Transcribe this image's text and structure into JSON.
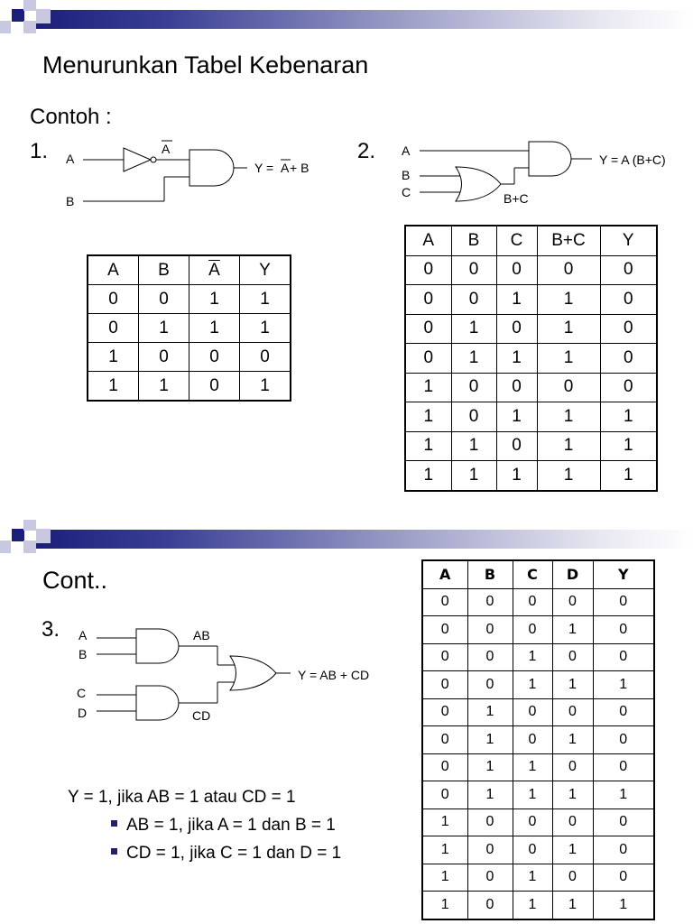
{
  "slide1": {
    "title": "Menurunkan Tabel Kebenaran",
    "subtitle": "Contoh :",
    "ex1": {
      "number": "1.",
      "inputs": [
        "A",
        "B"
      ],
      "not_label": "A",
      "output_prefix": "Y = ",
      "output_ov": "A",
      "output_suffix": " + B",
      "table": {
        "headers": [
          "A",
          "B",
          "A",
          "Y"
        ],
        "rows": [
          [
            "0",
            "0",
            "1",
            "1"
          ],
          [
            "0",
            "1",
            "1",
            "1"
          ],
          [
            "1",
            "0",
            "0",
            "0"
          ],
          [
            "1",
            "1",
            "0",
            "1"
          ]
        ]
      }
    },
    "ex2": {
      "number": "2.",
      "inputs": [
        "A",
        "B",
        "C"
      ],
      "or_label": "B+C",
      "output": "Y = A (B+C)",
      "table": {
        "headers": [
          "A",
          "B",
          "C",
          "B+C",
          "Y"
        ],
        "rows": [
          [
            "0",
            "0",
            "0",
            "0",
            "0"
          ],
          [
            "0",
            "0",
            "1",
            "1",
            "0"
          ],
          [
            "0",
            "1",
            "0",
            "1",
            "0"
          ],
          [
            "0",
            "1",
            "1",
            "1",
            "0"
          ],
          [
            "1",
            "0",
            "0",
            "0",
            "0"
          ],
          [
            "1",
            "0",
            "1",
            "1",
            "1"
          ],
          [
            "1",
            "1",
            "0",
            "1",
            "1"
          ],
          [
            "1",
            "1",
            "1",
            "1",
            "1"
          ]
        ]
      }
    }
  },
  "slide2": {
    "title": "Cont..",
    "ex3": {
      "number": "3.",
      "inputs": [
        "A",
        "B",
        "C",
        "D"
      ],
      "and1_label": "AB",
      "and2_label": "CD",
      "output": "Y = AB + CD",
      "rule": "Y = 1, jika AB = 1 atau CD = 1",
      "bullets": [
        "AB = 1, jika A = 1 dan B = 1",
        "CD = 1, jika C = 1 dan D = 1"
      ],
      "table": {
        "headers": [
          "A",
          "B",
          "C",
          "D",
          "Y"
        ],
        "rows": [
          [
            "0",
            "0",
            "0",
            "0",
            "0"
          ],
          [
            "0",
            "0",
            "0",
            "1",
            "0"
          ],
          [
            "0",
            "0",
            "1",
            "0",
            "0"
          ],
          [
            "0",
            "0",
            "1",
            "1",
            "1"
          ],
          [
            "0",
            "1",
            "0",
            "0",
            "0"
          ],
          [
            "0",
            "1",
            "0",
            "1",
            "0"
          ],
          [
            "0",
            "1",
            "1",
            "0",
            "0"
          ],
          [
            "0",
            "1",
            "1",
            "1",
            "1"
          ],
          [
            "1",
            "0",
            "0",
            "0",
            "0"
          ],
          [
            "1",
            "0",
            "0",
            "1",
            "0"
          ],
          [
            "1",
            "0",
            "1",
            "0",
            "0"
          ],
          [
            "1",
            "0",
            "1",
            "1",
            "1"
          ]
        ]
      }
    }
  },
  "colors": {
    "accent": "#1b1f7a",
    "accent_light": "#9a9cc6"
  }
}
